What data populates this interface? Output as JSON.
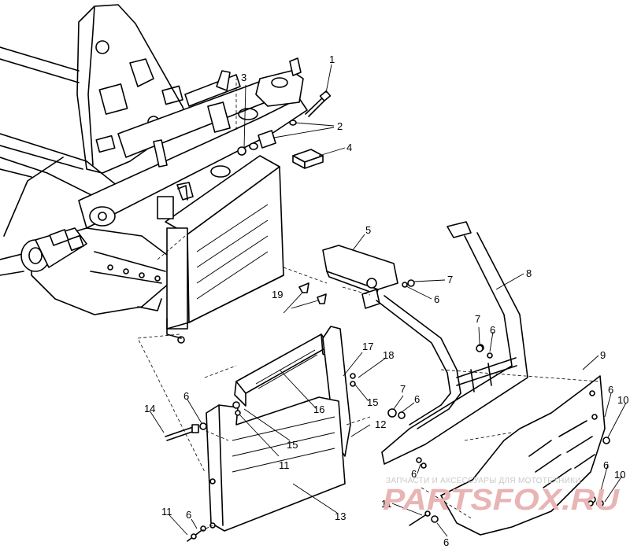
{
  "callouts": [
    "1",
    "2",
    "3",
    "4",
    "5",
    "6",
    "7",
    "8",
    "9",
    "10",
    "11",
    "12",
    "13",
    "14",
    "15",
    "16",
    "17",
    "18",
    "19"
  ],
  "watermark": {
    "tagline": "ЗАПЧАСТИ И АКСЕССУАРЫ ДЛЯ МОТОТЕХНИКИ",
    "brand": "PARTSFOX.RU"
  },
  "colors": {
    "line": "#000000",
    "watermark_text": "#c9c9c9",
    "watermark_brand": "#e8b4b4"
  }
}
